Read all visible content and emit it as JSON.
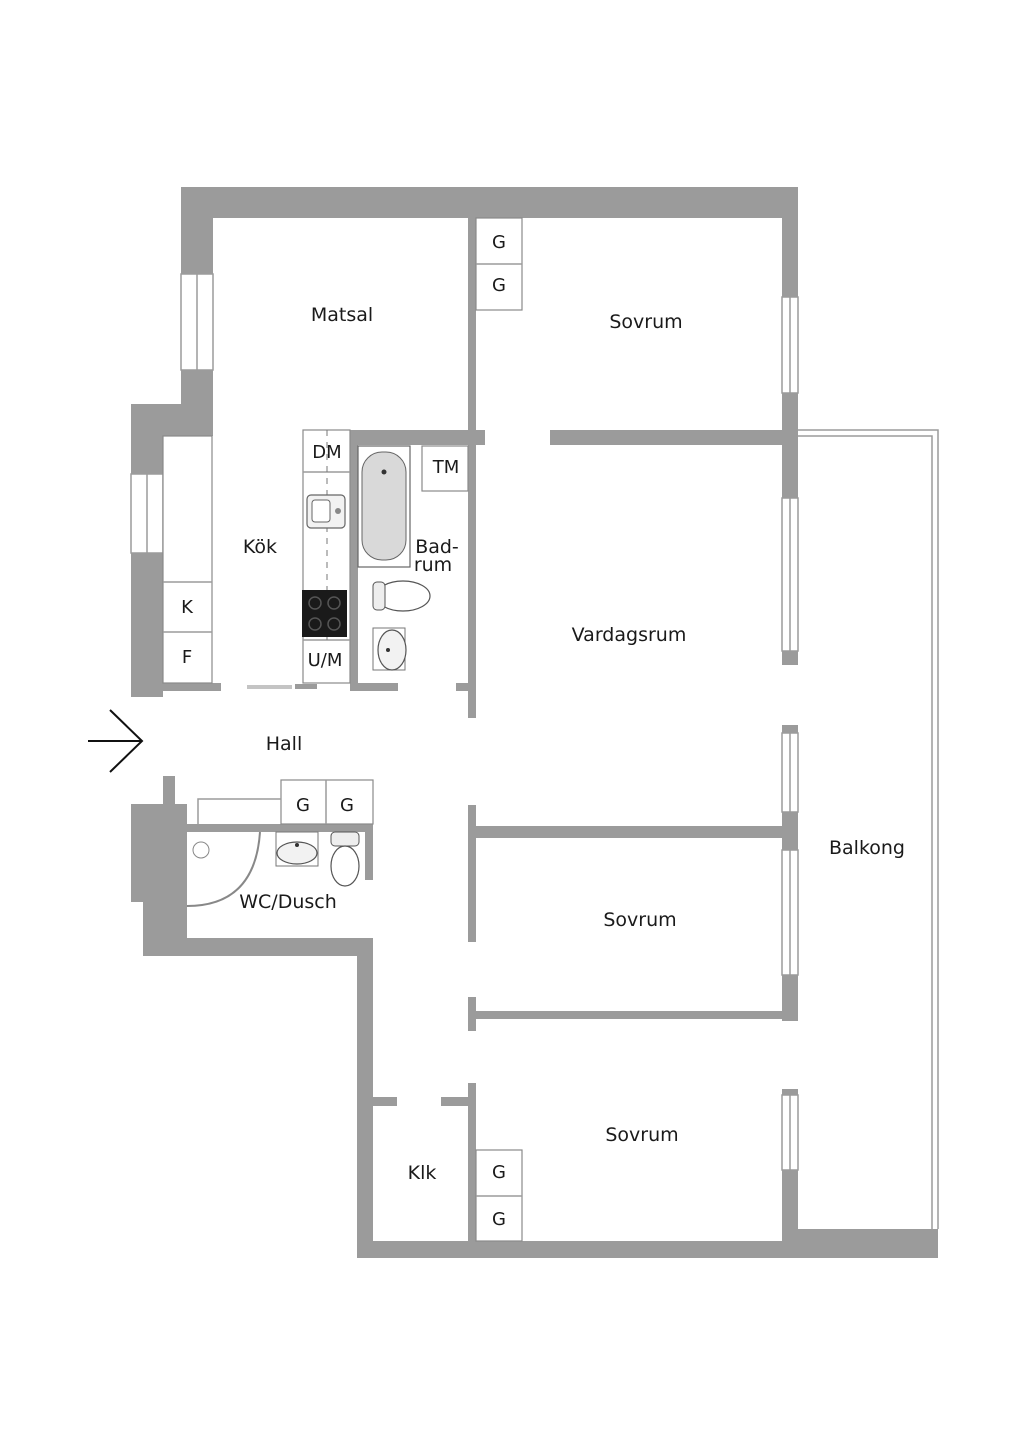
{
  "rooms": {
    "matsal": "Matsal",
    "sovrum_1": "Sovrum",
    "kok": "Kök",
    "badrum_1": "Bad-",
    "badrum_2": "rum",
    "vardagsrum": "Vardagsrum",
    "hall": "Hall",
    "wc_dusch": "WC/Dusch",
    "balkong": "Balkong",
    "sovrum_2": "Sovrum",
    "sovrum_3": "Sovrum",
    "klk": "Klk"
  },
  "fixtures": {
    "dm": "DM",
    "tm": "TM",
    "um": "U/M",
    "k": "K",
    "f": "F",
    "g": "G"
  },
  "colors": {
    "wall": "#9b9b9b",
    "background": "#ffffff",
    "text": "#1a1a1a"
  }
}
